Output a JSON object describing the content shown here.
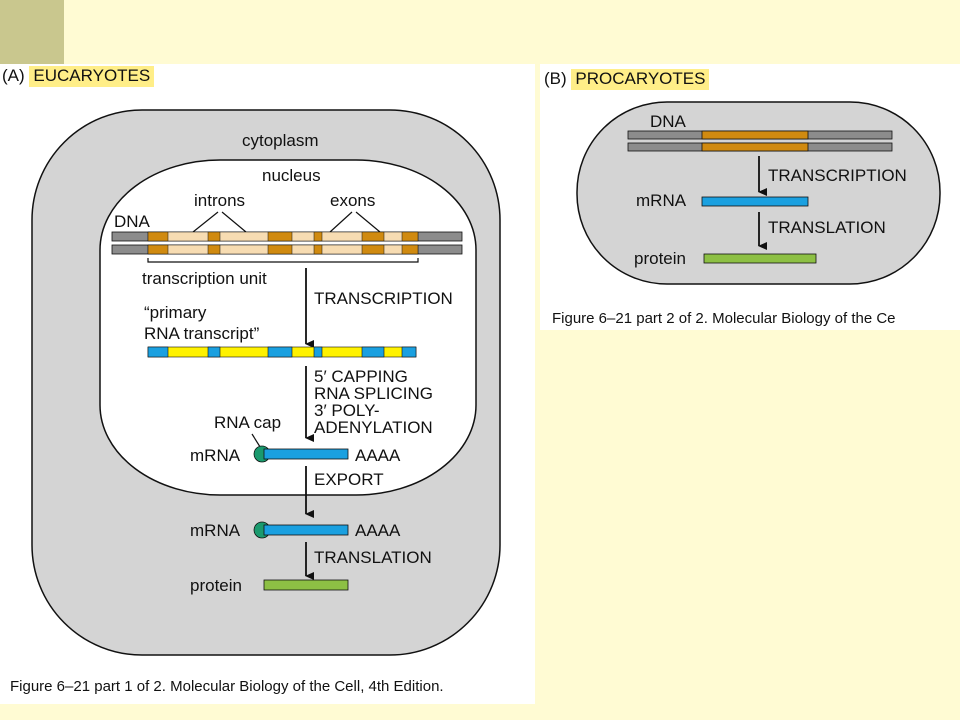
{
  "panel_a": {
    "tag": "(A)",
    "title": "EUCARYOTES",
    "cytoplasm": "cytoplasm",
    "nucleus": "nucleus",
    "introns": "introns",
    "exons": "exons",
    "dna": "DNA",
    "transcription_unit": "transcription unit",
    "transcription": "TRANSCRIPTION",
    "primary_1": "“primary",
    "primary_2": "RNA transcript”",
    "proc_1": "5′ CAPPING",
    "proc_2": "RNA SPLICING",
    "proc_3": "3′ POLY-",
    "proc_4": "ADENYLATION",
    "rna_cap": "RNA cap",
    "mrna": "mRNA",
    "polya": "AAAA",
    "export": "EXPORT",
    "translation": "TRANSLATION",
    "protein": "protein",
    "caption": "Figure 6–21 part 1 of 2. Molecular Biology of the Cell, 4th Edition."
  },
  "panel_b": {
    "tag": "(B)",
    "title": "PROCARYOTES",
    "dna": "DNA",
    "transcription": "TRANSCRIPTION",
    "mrna": "mRNA",
    "translation": "TRANSLATION",
    "protein": "protein",
    "caption": "Figure 6–21 part 2 of 2. Molecular Biology of the Ce"
  },
  "colors": {
    "background": "#fffbd3",
    "cell": "#d4d4d4",
    "dna_gray": "#8c8c8c",
    "exon": "#d08a10",
    "intron": "#f7dcb2",
    "rna_blue": "#1aa0e0",
    "rna_yellow": "#fff200",
    "protein_green": "#8dc044",
    "cap": "#1a9a6e"
  }
}
